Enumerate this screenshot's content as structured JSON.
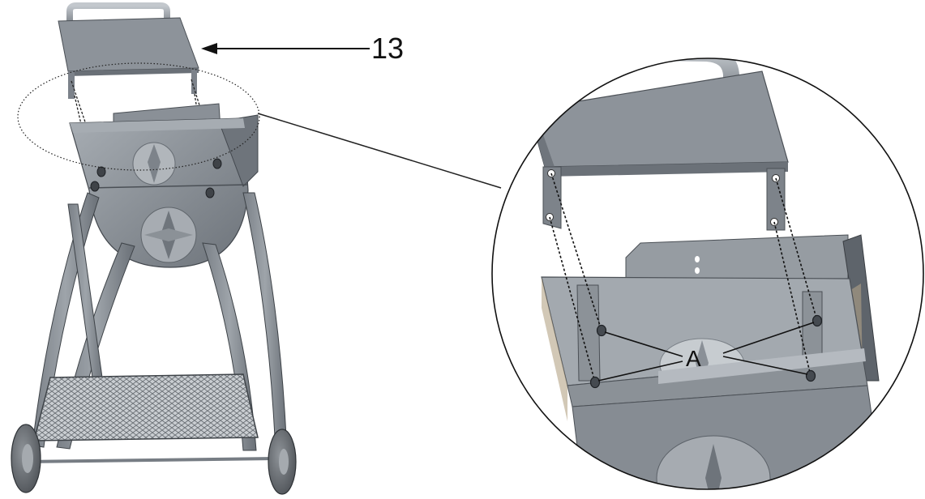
{
  "labels": {
    "part_number": "13",
    "hardware_letter": "A"
  },
  "colors": {
    "metal": "#8a9097",
    "metal_dark": "#5b6168",
    "metal_light": "#b9bec4",
    "metal_edge": "#3b3f44",
    "interior": "#9a9fa5",
    "tire": "#6b6f74",
    "line": "#111111"
  },
  "icons": {
    "assembly": "grill-cart-assembly",
    "detail": "magnified-detail-circle"
  }
}
